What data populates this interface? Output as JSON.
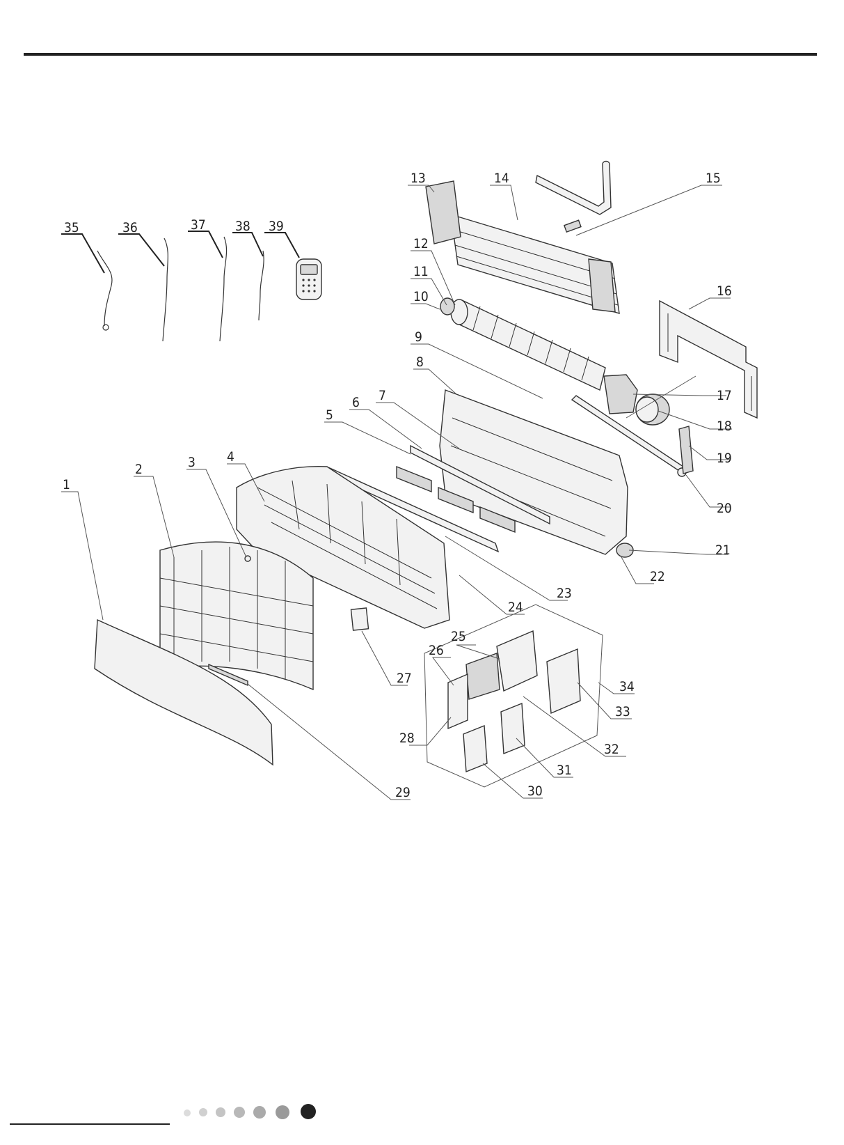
{
  "labels": [
    "1",
    "2",
    "3",
    "4",
    "5",
    "6",
    "7",
    "8",
    "9",
    "10",
    "11",
    "12",
    "13",
    "14",
    "15",
    "16",
    "17",
    "18",
    "19",
    "20",
    "21",
    "22",
    "23",
    "24",
    "25",
    "26",
    "27",
    "28",
    "29",
    "30",
    "31",
    "32",
    "33",
    "34",
    "35",
    "36",
    "37",
    "38",
    "39"
  ],
  "colors": {
    "ink": "#222222",
    "dot_light": "#dcdcdc",
    "dot_mid": "#b0b0b0",
    "dot_dark": "#222222"
  },
  "page_dots": 7
}
